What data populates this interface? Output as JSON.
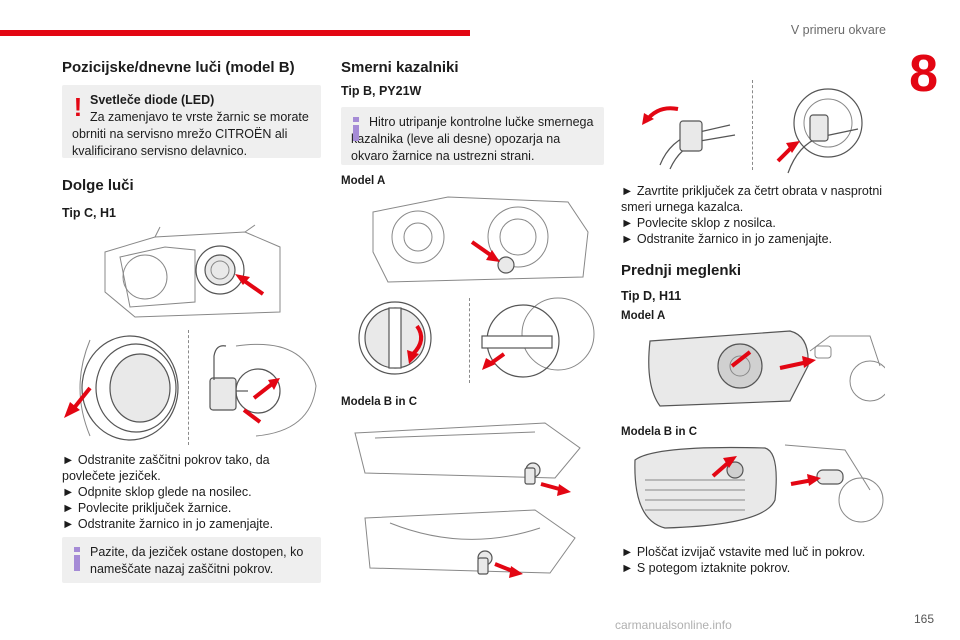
{
  "header": {
    "chapter_title": "V primeru okvare",
    "chapter_number": "8",
    "page_number": "165"
  },
  "left": {
    "section1_title": "Pozicijske/dnevne luči (model B)",
    "warning": {
      "title": "Svetleče diode (LED)",
      "text": "Za zamenjavo te vrste žarnic se morate obrniti na servisno mrežo CITROËN ali kvalificirano servisno delavnico."
    },
    "section2_title": "Dolge luči",
    "section2_type": "Tip C, H1",
    "steps": [
      "► Odstranite zaščitni pokrov tako, da povlečete jeziček.",
      "► Odpnite sklop glede na nosilec.",
      "► Povlecite priključek žarnice.",
      "► Odstranite žarnico in jo zamenjajte."
    ],
    "info": "Pazite, da jeziček ostane dostopen, ko nameščate nazaj zaščitni pokrov."
  },
  "middle": {
    "title": "Smerni kazalniki",
    "type": "Tip B, PY21W",
    "info": "Hitro utripanje kontrolne lučke smernega kazalnika (leve ali desne) opozarja na okvaro žarnice na ustrezni strani.",
    "model_a": "Model A",
    "model_bc": "Modela B in C"
  },
  "right": {
    "steps": [
      "► Zavrtite priključek za četrt obrata v nasprotni smeri urnega kazalca.",
      "► Povlecite sklop z nosilca.",
      "► Odstranite žarnico in jo zamenjajte."
    ],
    "section_title": "Prednji meglenki",
    "type": "Tip D, H11",
    "model_a": "Model A",
    "model_bc": "Modela B in C",
    "steps2": [
      "► Ploščat izvijač vstavite med luč in pokrov.",
      "► S potegom iztaknite pokrov."
    ]
  },
  "watermark": "carmanualsonline.info",
  "colors": {
    "accent": "#e30613",
    "info": "#a58bd6",
    "box_bg": "#efefef"
  }
}
